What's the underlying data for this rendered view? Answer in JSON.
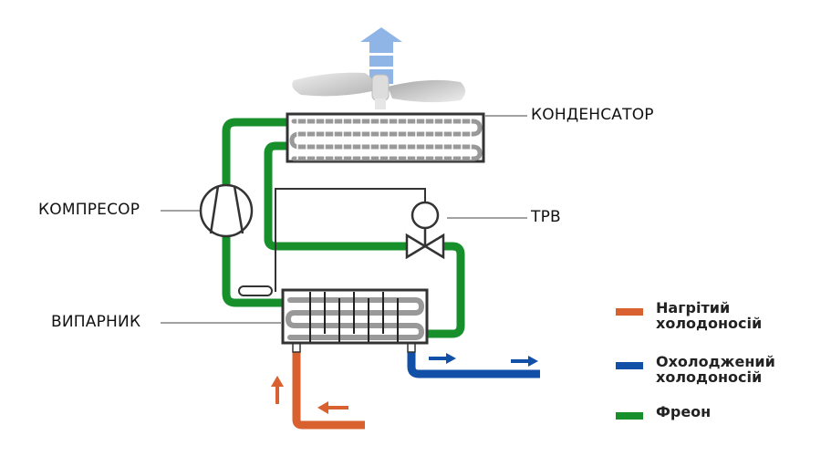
{
  "labels": {
    "condenser": "КОНДЕНСАТОР",
    "compressor": "КОМПРЕСОР",
    "expansion_valve": "ТРВ",
    "evaporator": "ВИПАРНИК"
  },
  "legend": [
    {
      "line1": "Нагрітий",
      "line2": "холодоносій",
      "color": "#d9602f",
      "key": "heated-coolant"
    },
    {
      "line1": "Охолоджений",
      "line2": "холодоносій",
      "color": "#1250a8",
      "key": "cooled-coolant"
    },
    {
      "line1": "Фреон",
      "line2": "",
      "color": "#17902c",
      "key": "freon"
    }
  ],
  "colors": {
    "freon": "#17902c",
    "heated": "#d9602f",
    "cooled": "#1250a8",
    "outline": "#333333",
    "coil": "#999999",
    "airflow": "#8fb4e6"
  }
}
